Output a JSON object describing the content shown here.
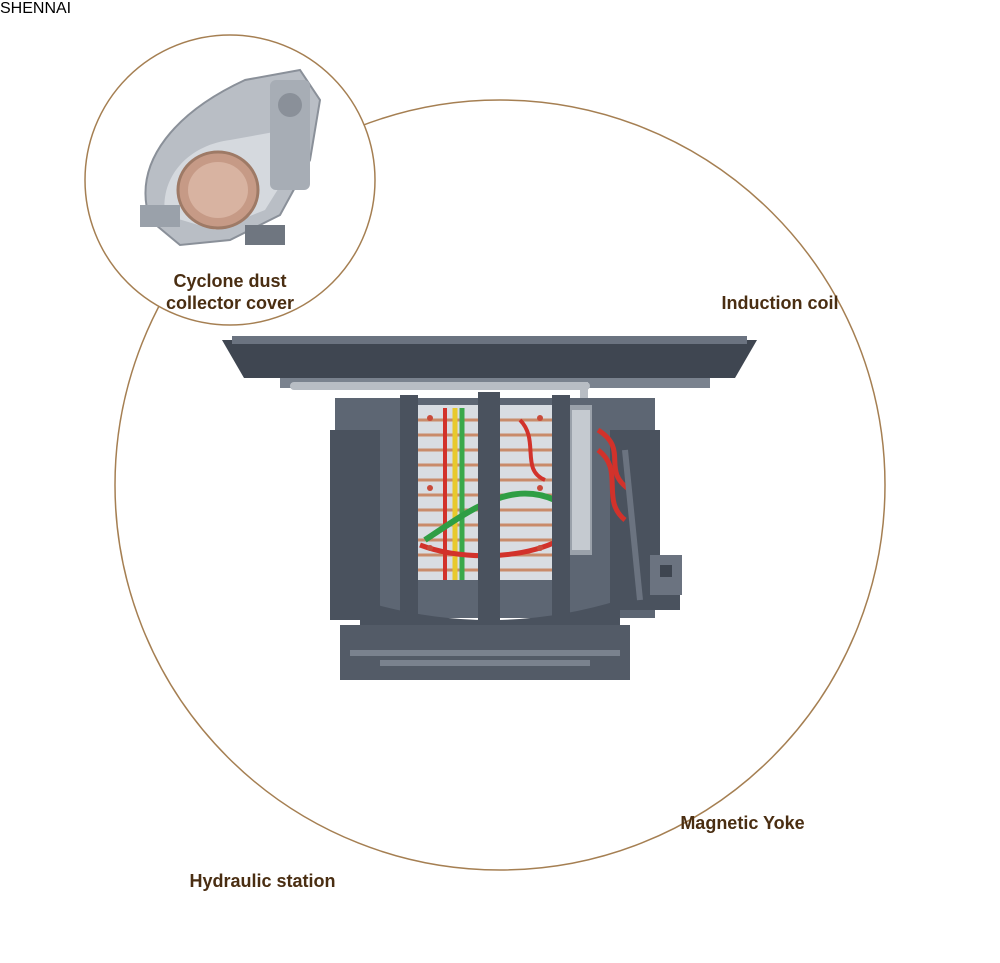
{
  "components": {
    "cyclone": {
      "label_line1": "Cyclone dust",
      "label_line2": "collector cover"
    },
    "coil": {
      "label": "Induction coil"
    },
    "hydraulic": {
      "label": "Hydraulic station"
    },
    "yoke": {
      "label": "Magnetic Yoke"
    }
  },
  "watermark": "SHENNAI",
  "colors": {
    "ring": "#a57f52",
    "label": "#4a2e12",
    "furnace_steel": "#5d6673",
    "furnace_dark": "#3e4550",
    "coil_copper": "#c98b6a",
    "hydraulic_blue": "#1f86c9",
    "yoke_silver": "#cfd3d8"
  }
}
